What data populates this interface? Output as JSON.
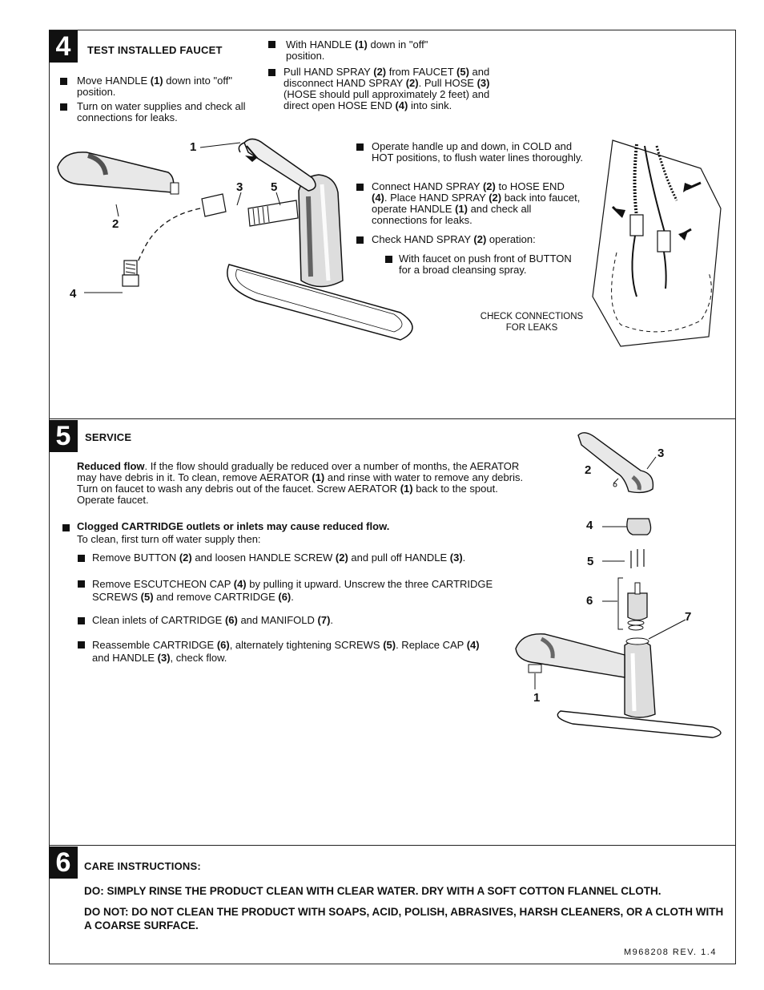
{
  "step4": {
    "number": "4",
    "title": "TEST INSTALLED FAUCET",
    "left_bullets": [
      {
        "pre": "Move HANDLE ",
        "b1": "(1)",
        "post": " down into \"off\" position."
      },
      {
        "pre": "Turn on water supplies and check all connections for leaks."
      }
    ],
    "mid_bullet1": {
      "pre": "With HANDLE ",
      "b1": "(1)",
      "post": " down in \"off\" position."
    },
    "mid_bullet2": {
      "t1": "Pull HAND SPRAY ",
      "b1": "(2)",
      "t2": " from FAUCET ",
      "b2": "(5)",
      "t3": " and disconnect HAND SPRAY ",
      "b3": "(2)",
      "t4": ". Pull HOSE ",
      "b4": "(3)",
      "t5": " (HOSE should pull approximately 2 feet) and direct open HOSE END ",
      "b5": "(4)",
      "t6": " into sink."
    },
    "right_bullets": {
      "r1": "Operate handle up and down, in COLD and HOT positions, to flush water lines thoroughly.",
      "r2": {
        "t1": "Connect HAND SPRAY ",
        "b1": "(2)",
        "t2": " to HOSE END ",
        "b2": "(4)",
        "t3": ". Place HAND SPRAY ",
        "b3": "(2)",
        "t4": " back into faucet, operate HANDLE ",
        "b4": "(1)",
        "t5": " and check all connections for leaks."
      },
      "r3": {
        "t1": "Check HAND SPRAY ",
        "b1": "(2)",
        "t2": " operation:"
      },
      "r4": "With faucet on push front of BUTTON for a broad cleansing spray."
    },
    "check_label_1": "CHECK CONNECTIONS",
    "check_label_2": "FOR LEAKS",
    "labels": {
      "l1": "1",
      "l2": "2",
      "l3": "3",
      "l4": "4",
      "l5": "5"
    }
  },
  "step5": {
    "number": "5",
    "title": "SERVICE",
    "reduced": {
      "head": "Reduced flow",
      "t1": ". If the flow should gradually be reduced over a number of months, the AERATOR may have debris in it. To clean, remove AERATOR ",
      "b1": "(1)",
      "t2": " and rinse with water to remove any debris. Turn on faucet to wash any debris out of the faucet. Screw AERATOR ",
      "b2": "(1)",
      "t3": " back to the spout. Operate faucet."
    },
    "clogged_head": "Clogged CARTRIDGE outlets or inlets may cause reduced flow.",
    "clogged_sub": "To clean, first turn off water supply then:",
    "items": {
      "i1": {
        "t1": "Remove BUTTON ",
        "b1": "(2)",
        "t2": " and loosen HANDLE SCREW ",
        "b2": "(2)",
        "t3": " and pull off HANDLE ",
        "b3": "(3)",
        "t4": "."
      },
      "i2": {
        "t1": "Remove ESCUTCHEON CAP ",
        "b1": "(4)",
        "t2": " by pulling it upward. Unscrew the three CARTRIDGE SCREWS ",
        "b2": "(5)",
        "t3": " and remove CARTRIDGE ",
        "b3": "(6)",
        "t4": "."
      },
      "i3": {
        "t1": "Clean inlets of CARTRIDGE ",
        "b1": "(6)",
        "t2": " and MANIFOLD ",
        "b2": "(7)",
        "t3": "."
      },
      "i4": {
        "t1": "Reassemble CARTRIDGE ",
        "b1": "(6)",
        "t2": ", alternately tightening SCREWS ",
        "b2": "(5)",
        "t3": ". Replace CAP ",
        "b3": "(4)",
        "t4": " and HANDLE ",
        "b4": "(3)",
        "t5": ", check flow."
      }
    },
    "labels": {
      "l1": "1",
      "l2": "2",
      "l3": "3",
      "l4": "4",
      "l5": "5",
      "l6": "6",
      "l7": "7"
    }
  },
  "step6": {
    "number": "6",
    "title": "CARE INSTRUCTIONS:",
    "do": "DO: SIMPLY RINSE THE PRODUCT CLEAN WITH  CLEAR WATER. DRY WITH A SOFT COTTON FLANNEL CLOTH.",
    "dont": "DO NOT: DO NOT CLEAN THE PRODUCT WITH SOAPS, ACID, POLISH, ABRASIVES, HARSH CLEANERS, OR A CLOTH WITH A COARSE SURFACE."
  },
  "doc_number": "M968208 REV. 1.4"
}
